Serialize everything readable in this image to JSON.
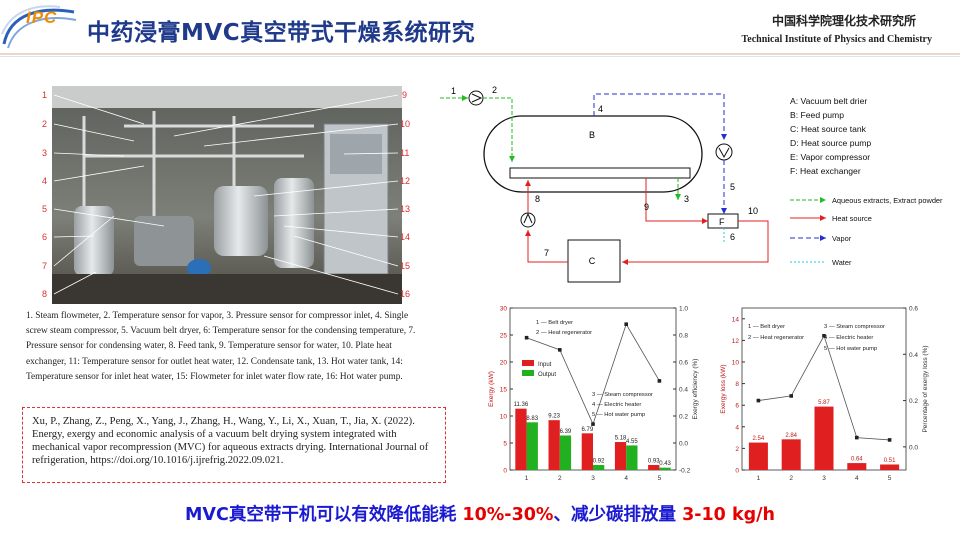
{
  "header": {
    "logo_text": "IPC",
    "title": "中药浸膏MVC真空带式干燥系统研究",
    "institute_cn": "中国科学院理化技术研究所",
    "institute_en": "Technical Institute of Physics and Chemistry"
  },
  "photo": {
    "left_labels": [
      "1",
      "2",
      "3",
      "4",
      "5",
      "6",
      "7",
      "8"
    ],
    "right_labels": [
      "9",
      "10",
      "11",
      "12",
      "13",
      "14",
      "15",
      "16"
    ]
  },
  "caption": "1. Steam flowmeter, 2. Temperature sensor for vapor, 3. Pressure sensor for compressor inlet, 4. Single screw steam compressor, 5. Vacuum belt dryer, 6: Temperature sensor for the condensing temperature, 7. Pressure sensor for condensing water, 8. Feed tank, 9. Temperature sensor for water, 10. Plate heat exchanger, 11: Temperature sensor for outlet heat water, 12. Condensate tank, 13. Hot water tank, 14: Temperature sensor for inlet heat water, 15: Flowmeter for inlet water flow rate, 16: Hot water pump.",
  "citation": "Xu, P., Zhang, Z., Peng, X., Yang, J., Zhang, H., Wang, Y., Li, X., Xuan, T., Jia, X. (2022). Energy, exergy and economic analysis of a vacuum belt drying system integrated with mechanical vapor recompression (MVC) for aqueous extracts drying. International Journal of refrigeration, https://doi.org/10.1016/j.ijrefrig.2022.09.021.",
  "schematic": {
    "vessel_label": "B",
    "heat_exchanger_label": "F",
    "tank_label": "C",
    "stream_numbers": [
      "1",
      "2",
      "3",
      "4",
      "5",
      "6",
      "7",
      "8",
      "9",
      "10"
    ],
    "component_legend": [
      "A: Vacuum belt drier",
      "B: Feed pump",
      "C: Heat source tank",
      "D: Heat source pump",
      "E: Vapor compressor",
      "F: Heat exchanger"
    ],
    "flow_legend": [
      {
        "label": "Aqueous extracts, Extract powder",
        "color": "#22bb22",
        "style": "dashed"
      },
      {
        "label": "Heat source",
        "color": "#e02020",
        "style": "solid"
      },
      {
        "label": "Vapor",
        "color": "#2030cc",
        "style": "dashed"
      },
      {
        "label": "Water",
        "color": "#22ccdd",
        "style": "dotted"
      }
    ]
  },
  "chart_data": [
    {
      "type": "bar",
      "categories": [
        "1",
        "2",
        "3",
        "4",
        "5"
      ],
      "series": [
        {
          "name": "Input",
          "values": [
            11.36,
            9.23,
            6.79,
            5.18,
            0.93
          ],
          "color": "#e02020"
        },
        {
          "name": "Output",
          "values": [
            8.83,
            6.39,
            0.92,
            4.55,
            0.43
          ],
          "color": "#20b020"
        }
      ],
      "line_series": {
        "values": [
          0.78,
          0.69,
          0.14,
          0.88,
          0.46
        ],
        "axis": "right"
      },
      "ylabel": "Exergy (kW)",
      "ylabel_right": "Exergy efficiency (%)",
      "ylim": [
        0,
        30
      ],
      "ylim_right": [
        -0.2,
        1.0
      ],
      "yticks": [
        0,
        5,
        10,
        15,
        20,
        25,
        30
      ],
      "yticks_right": [
        -0.2,
        0.0,
        0.2,
        0.4,
        0.6,
        0.8,
        1.0
      ],
      "legend_top": [
        "1 — Belt dryer",
        "2 — Heat regenerator"
      ],
      "legend_bottom": [
        "3 — Steam compressor",
        "4 — Electric heater",
        "5 — Hot water pump"
      ]
    },
    {
      "type": "bar",
      "categories": [
        "1",
        "2",
        "3",
        "4",
        "5"
      ],
      "series": [
        {
          "name": "",
          "values": [
            2.54,
            2.84,
            5.87,
            0.64,
            0.51
          ],
          "color": "#e02020"
        }
      ],
      "line_series": {
        "values": [
          0.2,
          0.22,
          0.48,
          0.04,
          0.03
        ],
        "axis": "right"
      },
      "ylabel": "Exergy loss (kW)",
      "ylabel_right": "Percentage of exergy loss (%)",
      "ylim": [
        0,
        15
      ],
      "ylim_right": [
        -0.1,
        0.6
      ],
      "yticks": [
        0,
        2,
        4,
        6,
        8,
        10,
        12,
        14
      ],
      "yticks_right": [
        0.0,
        0.2,
        0.4,
        0.6
      ],
      "legend_left": [
        "1 — Belt dryer",
        "2 — Heat regenerator"
      ],
      "legend_right": [
        "3 — Steam compressor",
        "4 — Electric heater",
        "5 — Hot water pump"
      ]
    }
  ],
  "conclusion": {
    "prefix": "MVC真空带干机可以有效降低能耗 ",
    "value1": "10%-30%",
    "middle": "、减少碳排放量 ",
    "value2": "3-10 kg/h"
  }
}
